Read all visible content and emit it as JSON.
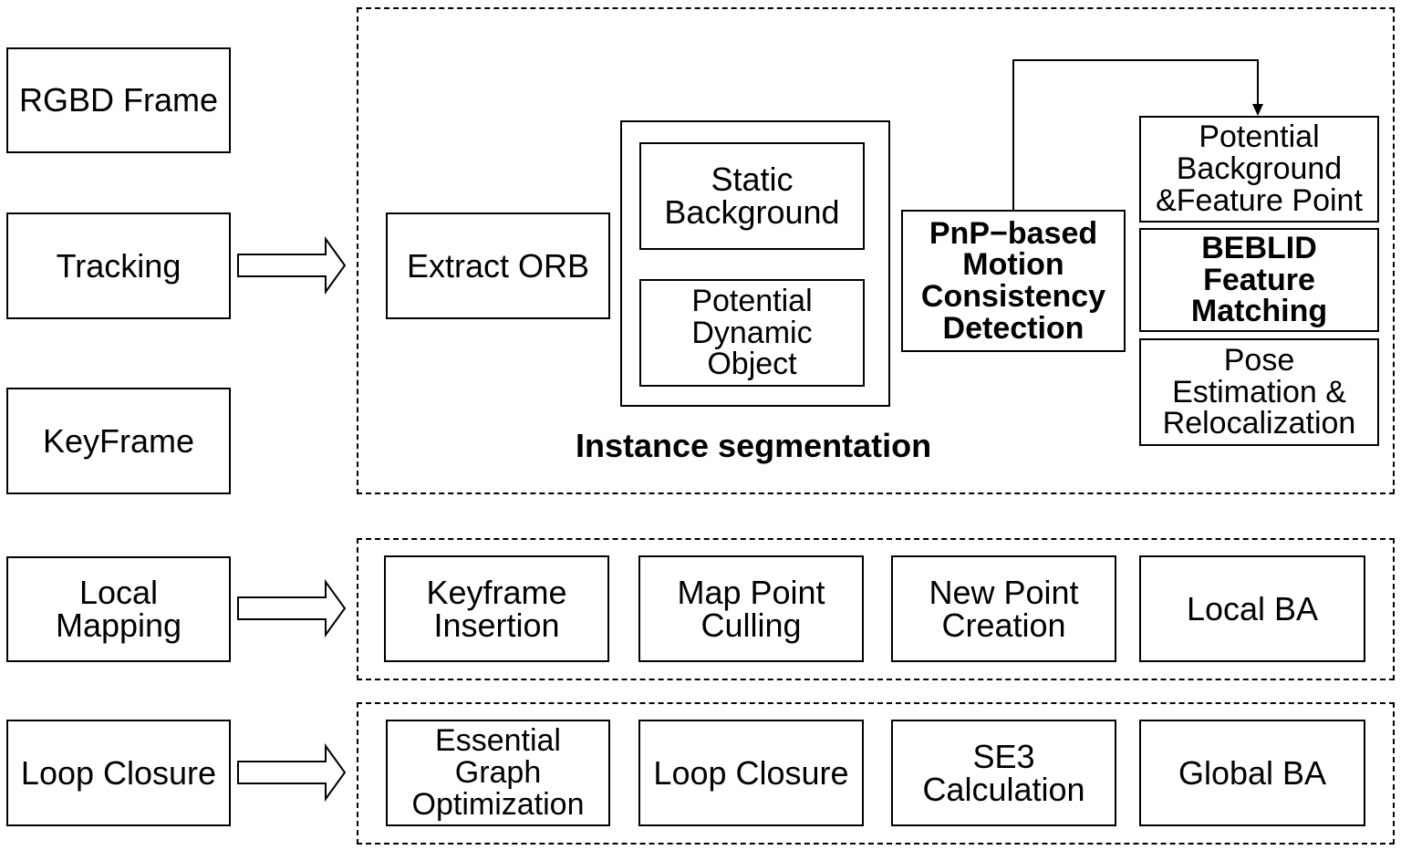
{
  "left_column": {
    "rgbd_frame": "RGBD Frame",
    "tracking": "Tracking",
    "keyframe": "KeyFrame",
    "local_mapping": "Local\nMapping",
    "loop_closure": "Loop Closure"
  },
  "tracking_panel": {
    "extract_orb": "Extract ORB",
    "static_background": "Static\nBackground",
    "potential_dynamic_object": "Potential\nDynamic\nObject",
    "instance_segmentation": "Instance segmentation",
    "pnp_motion_detection": "PnP−based\nMotion\nConsistency\nDetection",
    "potential_background": "Potential\nBackground\n&Feature Point",
    "beblid_matching": "BEBLID\nFeature\nMatching",
    "pose_estimation": "Pose\nEstimation &\nRelocalization"
  },
  "local_mapping_panel": {
    "keyframe_insertion": "Keyframe\nInsertion",
    "map_point_culling": "Map Point\nCulling",
    "new_point_creation": "New Point\nCreation",
    "local_ba": "Local BA"
  },
  "loop_closure_panel": {
    "essential_graph": "Essential\nGraph\nOptimization",
    "loop_closure": "Loop Closure",
    "se3_calculation": "SE3\nCalculation",
    "global_ba": "Global BA"
  }
}
